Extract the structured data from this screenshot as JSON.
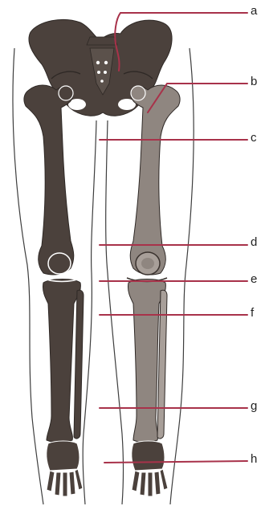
{
  "colors": {
    "bone": "#4b413c",
    "bone_dark": "#3a322e",
    "bone_highlight": "#8f8680",
    "bone_light": "#a89f99",
    "outline": "#3d3d3d",
    "leader_line": "#a8324a",
    "background": "#ffffff"
  },
  "labels": {
    "a": "a",
    "b": "b",
    "c": "c",
    "d": "d",
    "e": "e",
    "f": "f",
    "g": "g",
    "h": "h"
  }
}
